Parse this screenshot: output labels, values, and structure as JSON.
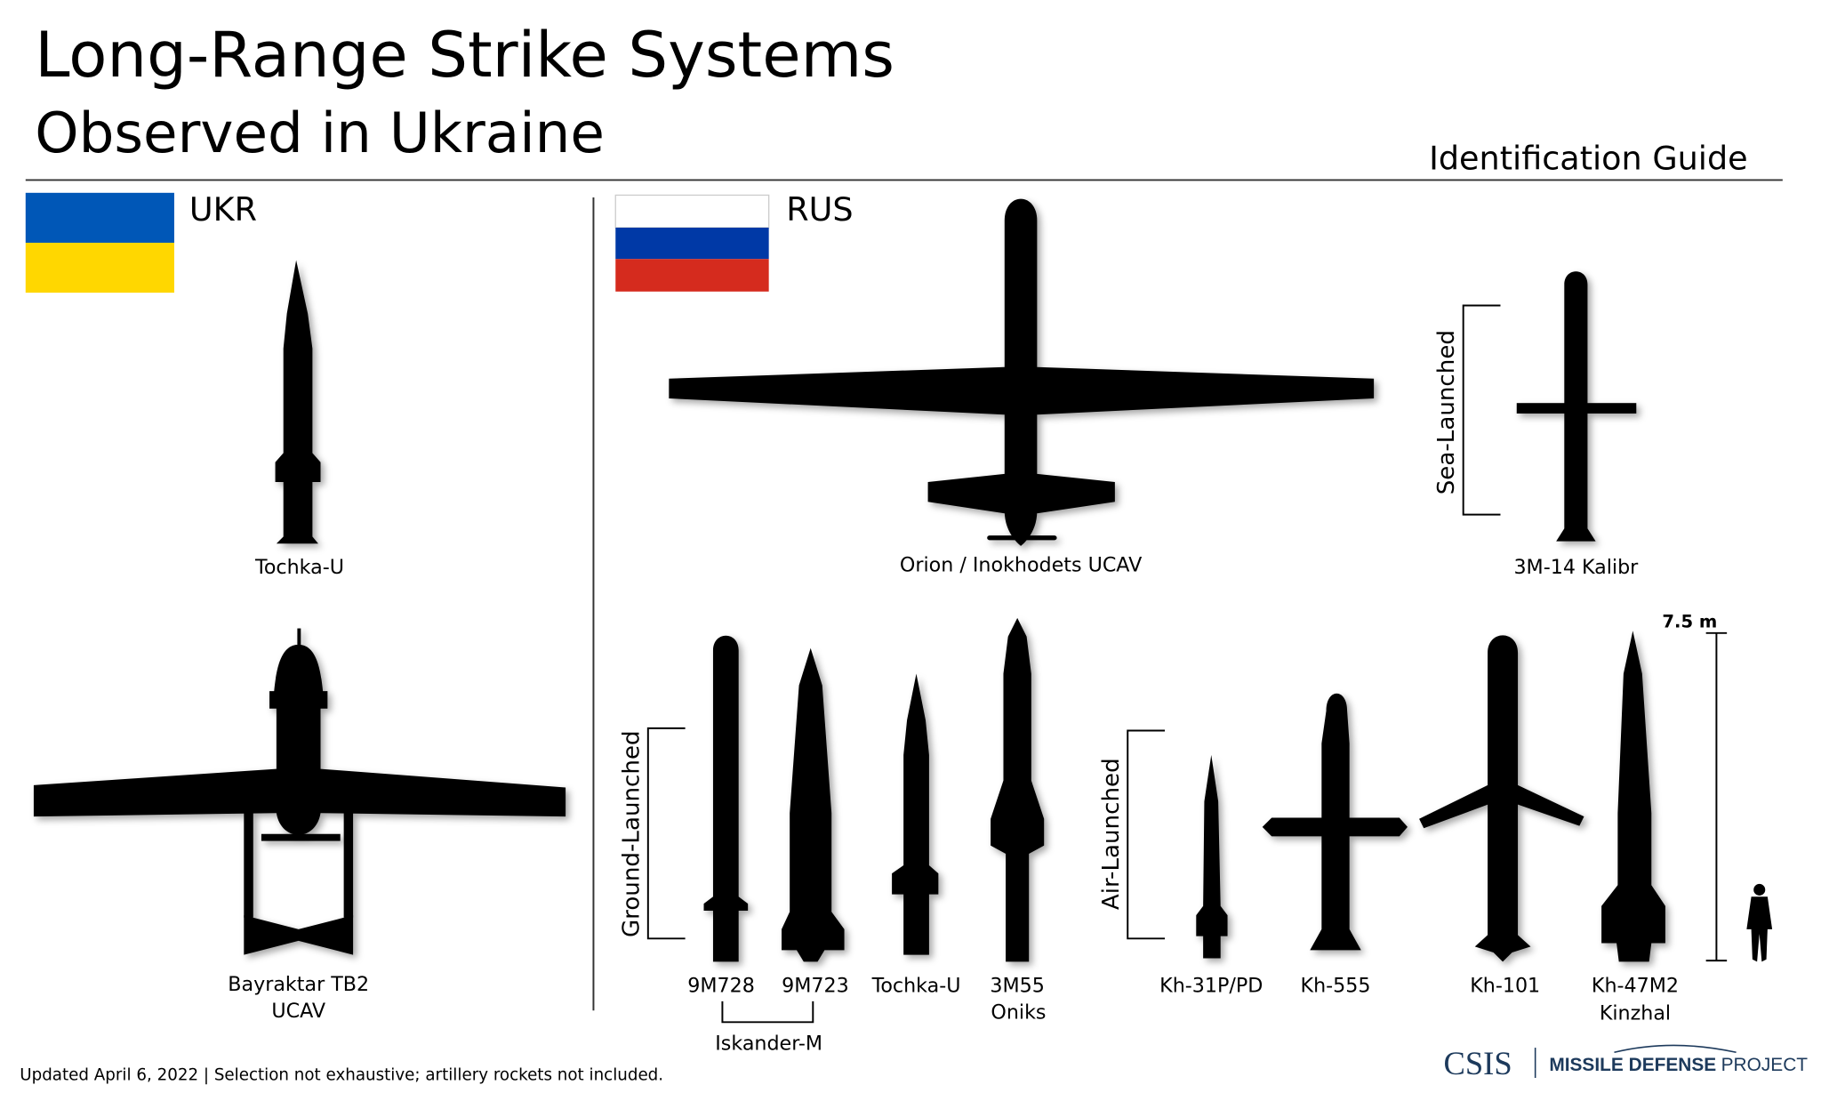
{
  "header": {
    "title": "Long-Range Strike Systems",
    "subtitle": "Observed in Ukraine",
    "guide": "Identification Guide"
  },
  "ukr": {
    "label": "UKR",
    "flag_colors": [
      "#0057B7",
      "#FFD700"
    ],
    "items": [
      {
        "name": "Tochka-U"
      },
      {
        "name": "Bayraktar TB2",
        "name2": "UCAV"
      }
    ]
  },
  "rus": {
    "label": "RUS",
    "flag_colors": [
      "#FFFFFF",
      "#0039A6",
      "#D52B1E"
    ],
    "orion": "Orion / Inokhodets UCAV",
    "sea": {
      "group": "Sea-Launched",
      "items": [
        "3M-14 Kalibr"
      ]
    },
    "ground": {
      "group": "Ground-Launched",
      "items": [
        "9M728",
        "9M723",
        "Tochka-U",
        "3M55"
      ],
      "oniks": "Oniks",
      "iskander": "Iskander-M"
    },
    "air": {
      "group": "Air-Launched",
      "items": [
        "Kh-31P/PD",
        "Kh-555",
        "Kh-101",
        "Kh-47M2"
      ],
      "kinzhal": "Kinzhal"
    }
  },
  "scale": {
    "label": "7.5 m"
  },
  "footer": {
    "note": "Updated April 6, 2022  | Selection not exhaustive; artillery rockets not included.",
    "logo_csis": "CSIS",
    "logo_bold": "MISSILE DEFENSE",
    "logo_light": "PROJECT",
    "logo_color": "#1d3a5c"
  }
}
